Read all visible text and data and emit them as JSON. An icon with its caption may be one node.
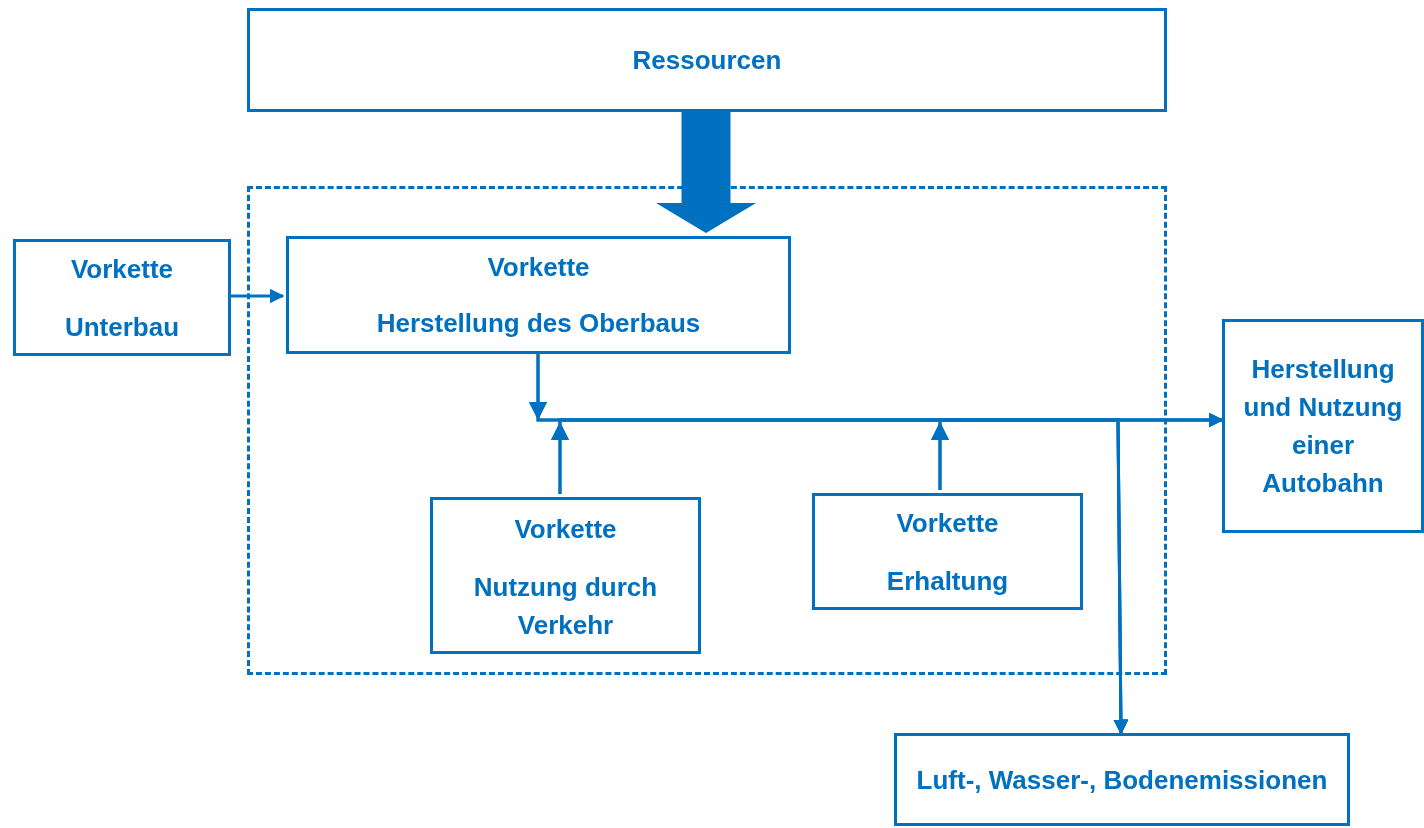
{
  "diagram": {
    "nodes": [
      {
        "text": [
          "Ressourcen"
        ]
      },
      {
        "text": [],
        "shape": "box"
      },
      {
        "text": [
          "Vorkette",
          "Unterbau"
        ]
      },
      {
        "text": [
          "Vorkette",
          "Herstellung des Oberbaus"
        ],
        "in": 1
      },
      {
        "text": [
          "Vorkette",
          "Nutzung durch Verkehr"
        ],
        "in": 1
      },
      {
        "text": [
          "Vorkette",
          "Erhaltung"
        ],
        "in": 1
      },
      {
        "text": [
          "Herstellung und Nutzung einer Autobahn"
        ]
      },
      {
        "text": [
          "Luft-, Wasser-, Bodenemissionen"
        ]
      }
    ],
    "edges": [
      {
        "from": 0,
        "to": 3,
        "arrow": "to",
        "style": "thick"
      },
      {
        "from": 2,
        "to": 3,
        "arrow": "to"
      },
      {
        "from": 3,
        "to": 6,
        "arrow": "to"
      },
      {
        "from": 3,
        "to": 7,
        "arrow": "to"
      },
      {
        "from": 4,
        "to": 6,
        "arrow": "to"
      },
      {
        "from": 4,
        "to": 7,
        "arrow": "to"
      },
      {
        "from": 5,
        "to": 6,
        "arrow": "to"
      },
      {
        "from": 5,
        "to": 7,
        "arrow": "to"
      }
    ]
  }
}
